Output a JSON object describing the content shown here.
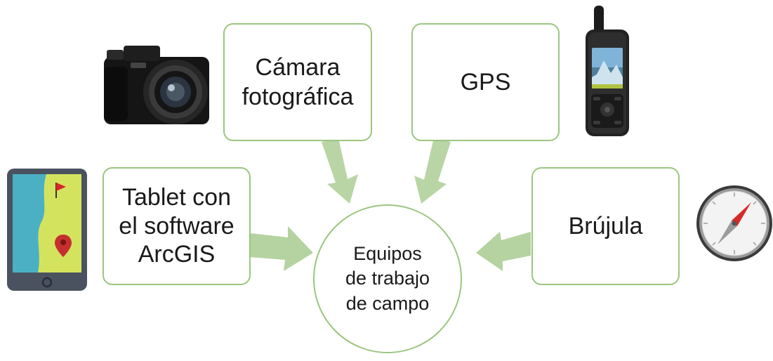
{
  "center": {
    "label": "Equipos\nde trabajo\nde campo"
  },
  "nodes": {
    "camera": {
      "label": "Cámara\nfotográfica",
      "icon": "camera-icon"
    },
    "gps": {
      "label": "GPS",
      "icon": "gps-device-icon"
    },
    "tablet": {
      "label": "Tablet con\nel software\nArcGIS",
      "icon": "tablet-map-icon"
    },
    "compass": {
      "label": "Brújula",
      "icon": "compass-icon"
    }
  },
  "colors": {
    "border": "#9cc57f",
    "arrow": "#b5d3a0",
    "text": "#1a1a1a"
  }
}
